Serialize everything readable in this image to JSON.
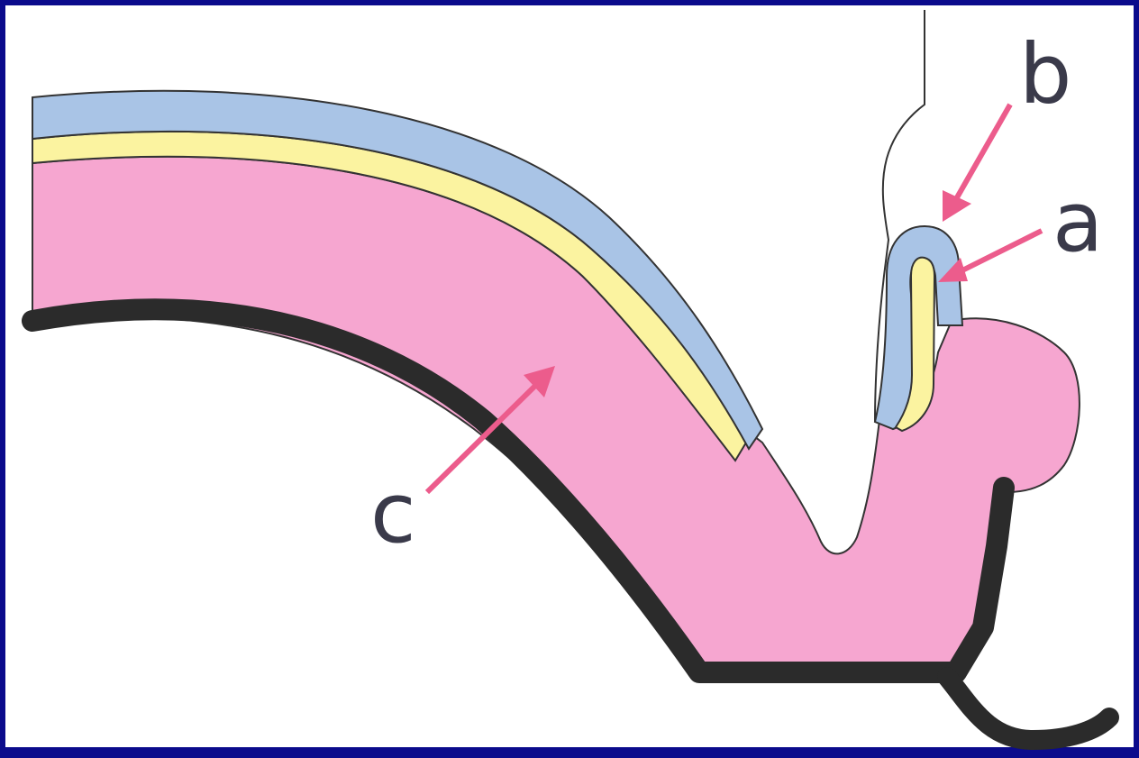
{
  "labels": {
    "a": "a",
    "b": "b",
    "c": "c"
  },
  "colors": {
    "frame": "#0b0b8c",
    "background": "#ffffff",
    "tissue_pink": "#f6a6d0",
    "layer_blue": "#a9c4e6",
    "layer_yellow": "#fbf3a0",
    "bone_black": "#2b2b2b",
    "arrow_pink": "#ec5c8c",
    "outline": "#333333"
  }
}
